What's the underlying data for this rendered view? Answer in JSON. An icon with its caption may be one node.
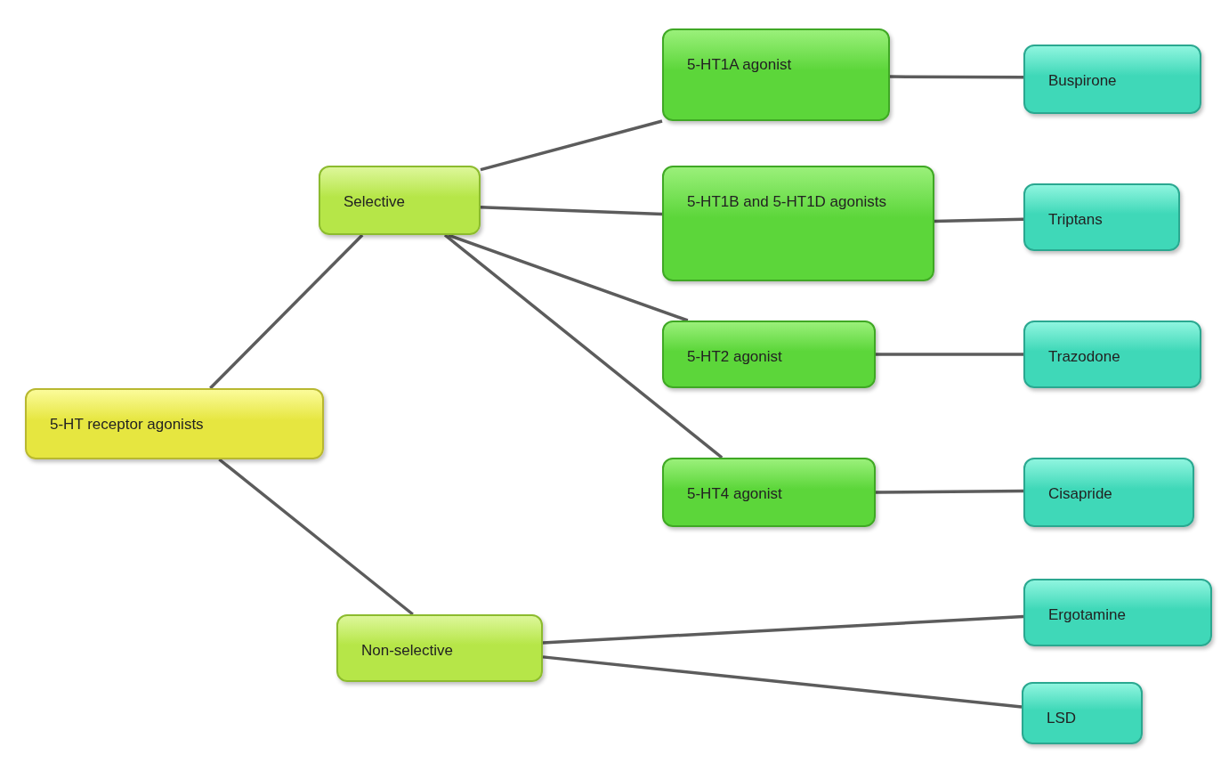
{
  "diagram": {
    "nodes": [
      {
        "text": [
          "5-HT receptor agonists"
        ]
      },
      {
        "text": [
          "Selective"
        ]
      },
      {
        "text": [
          "Non-selective"
        ]
      },
      {
        "text": [
          "5-HT1A agonist"
        ]
      },
      {
        "text": [
          "5-HT1B and 5-HT1D agonists"
        ]
      },
      {
        "text": [
          "5-HT2 agonist"
        ]
      },
      {
        "text": [
          "5-HT4 agonist"
        ]
      },
      {
        "text": [
          "Buspirone"
        ]
      },
      {
        "text": [
          "Triptans"
        ]
      },
      {
        "text": [
          "Trazodone"
        ]
      },
      {
        "text": [
          "Cisapride"
        ]
      },
      {
        "text": [
          "Ergotamine"
        ]
      },
      {
        "text": [
          "LSD"
        ]
      }
    ],
    "edges": [
      {
        "from": 0,
        "to": 1,
        "arrow": "none"
      },
      {
        "from": 0,
        "to": 2,
        "arrow": "none"
      },
      {
        "from": 1,
        "to": 3,
        "arrow": "none"
      },
      {
        "from": 1,
        "to": 4,
        "arrow": "none"
      },
      {
        "from": 1,
        "to": 5,
        "arrow": "none"
      },
      {
        "from": 1,
        "to": 6,
        "arrow": "none"
      },
      {
        "from": 3,
        "to": 7,
        "arrow": "none"
      },
      {
        "from": 4,
        "to": 8,
        "arrow": "none"
      },
      {
        "from": 5,
        "to": 9,
        "arrow": "none"
      },
      {
        "from": 6,
        "to": 10,
        "arrow": "none"
      },
      {
        "from": 2,
        "to": 11,
        "arrow": "none"
      },
      {
        "from": 2,
        "to": 12,
        "arrow": "none"
      }
    ]
  }
}
